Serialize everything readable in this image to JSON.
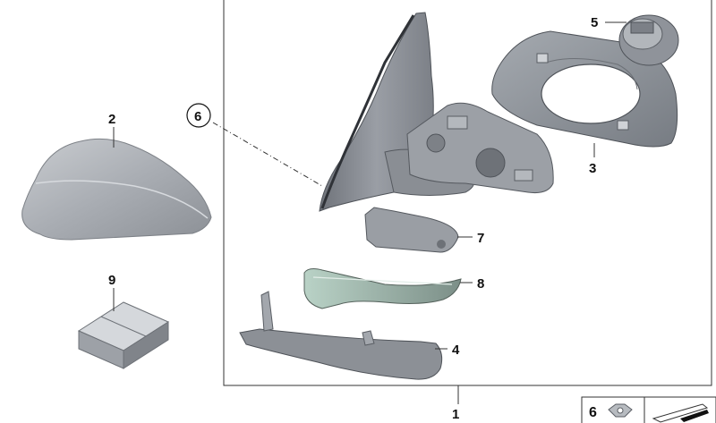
{
  "diagram": {
    "callouts": {
      "c1": "1",
      "c2": "2",
      "c3": "3",
      "c4": "4",
      "c5": "5",
      "c6": "6",
      "c7": "7",
      "c8": "8",
      "c9": "9"
    },
    "legend": {
      "num": "6"
    }
  }
}
